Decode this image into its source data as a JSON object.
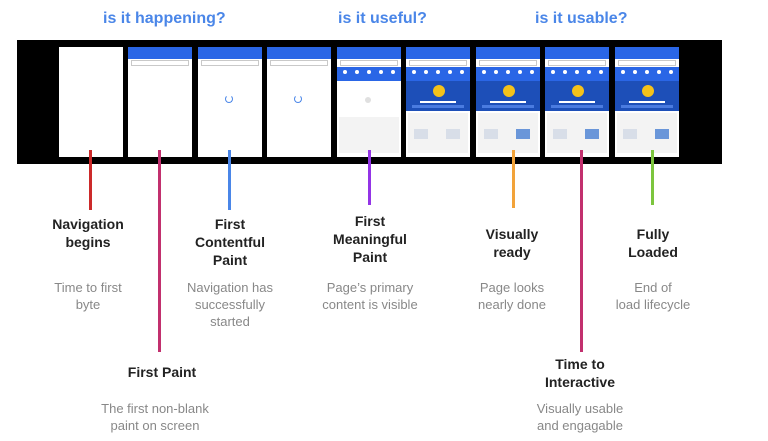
{
  "questions": [
    "is it happening?",
    "is it useful?",
    "is it usable?"
  ],
  "milestones": [
    {
      "title": [
        "Navigation",
        "begins"
      ],
      "desc": [
        "Time to first",
        "byte"
      ],
      "color": "#cc2a2a"
    },
    {
      "title": [
        "First Paint"
      ],
      "desc": [
        "The first non-blank",
        "paint on screen"
      ],
      "color": "#c2306e"
    },
    {
      "title": [
        "First",
        "Contentful",
        "Paint"
      ],
      "desc": [
        "Navigation has",
        "successfully",
        "started"
      ],
      "color": "#4a86e8"
    },
    {
      "title": [
        "First",
        "Meaningful",
        "Paint"
      ],
      "desc": [
        "Page’s primary",
        "content is visible"
      ],
      "color": "#9334e6"
    },
    {
      "title": [
        "Visually",
        "ready"
      ],
      "desc": [
        "Page looks",
        "nearly done"
      ],
      "color": "#f2a33a"
    },
    {
      "title": [
        "Time to",
        "Interactive"
      ],
      "desc": [
        "Visually usable",
        "and engagable"
      ],
      "color": "#c2306e"
    },
    {
      "title": [
        "Fully",
        "Loaded"
      ],
      "desc": [
        "End of",
        "load lifecycle"
      ],
      "color": "#7cc53e"
    }
  ],
  "colors": {
    "strip": "#000000",
    "app_header": "#2a66e6",
    "question": "#4a86e8"
  }
}
